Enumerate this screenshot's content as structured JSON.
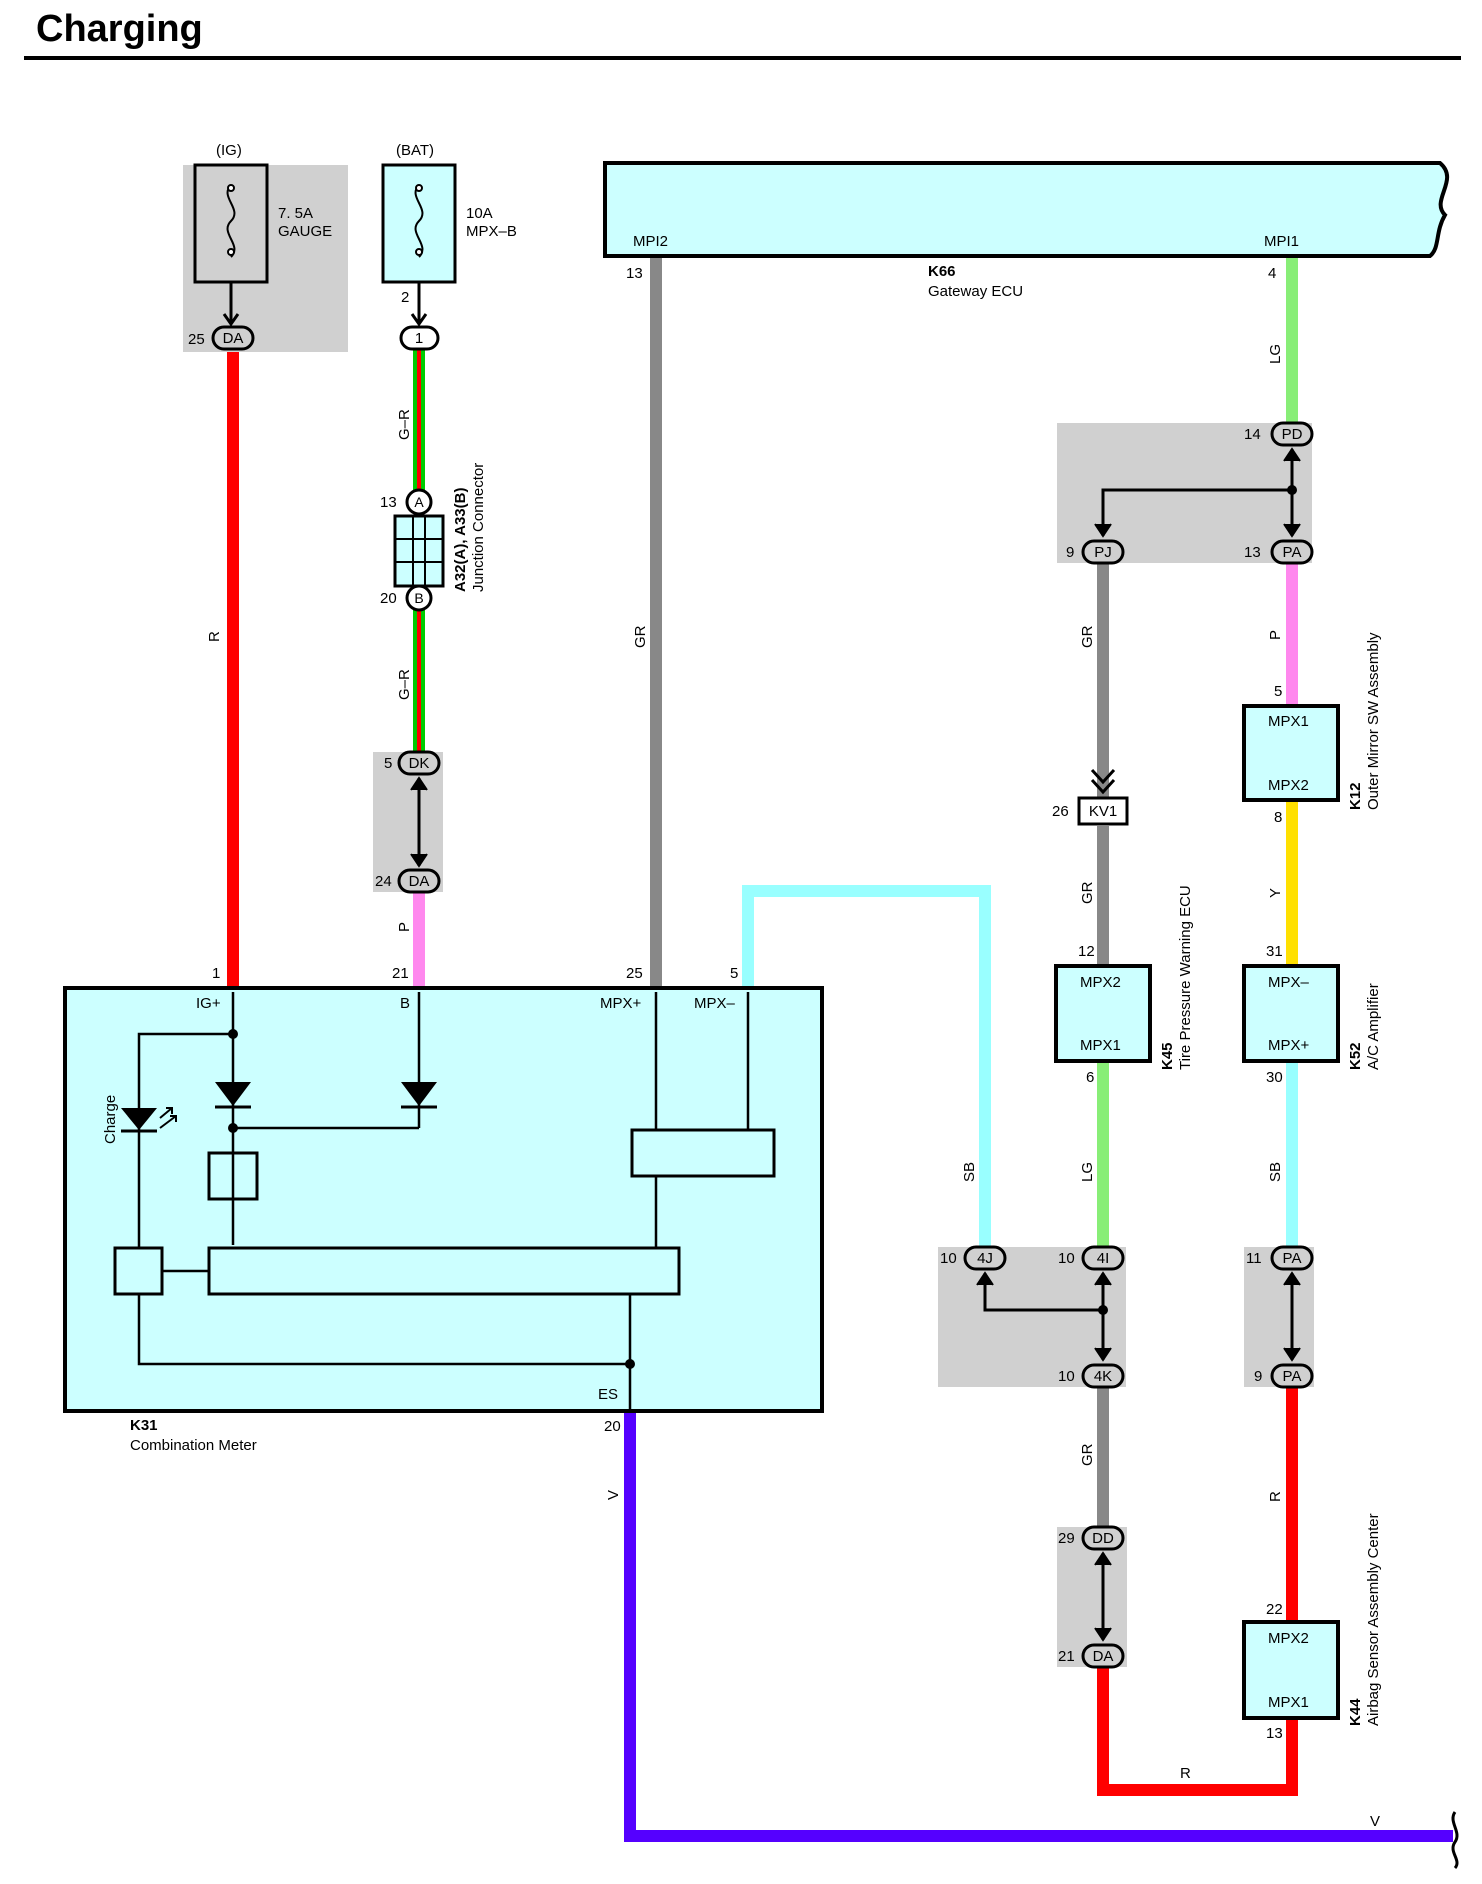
{
  "title": "Charging",
  "colors": {
    "module_fill": "#ccffff",
    "splice_fill": "#d0d0d0",
    "wire_R": "#ff0000",
    "wire_GR": "#888888",
    "wire_LG": "#88ee77",
    "wire_P": "#ff88ee",
    "wire_Y": "#ffe000",
    "wire_SB": "#99ffff",
    "wire_V": "#5500ff",
    "wire_G": "#00cc00"
  },
  "fuses": {
    "ig": {
      "source": "(IG)",
      "rating": "7. 5A",
      "name": "GAUGE",
      "pin": "25",
      "connector": "DA"
    },
    "bat": {
      "source": "(BAT)",
      "rating": "10A",
      "name": "MPX–B",
      "pin_top": "2",
      "pin": "1"
    }
  },
  "junction": {
    "code": "A32(A), A33(B)",
    "name": "Junction Connector",
    "pin_a": "13",
    "conn_a": "A",
    "pin_b": "20",
    "conn_b": "B"
  },
  "wire_labels": {
    "r_left": "R",
    "gr_top": "G–R",
    "gr_bottom": "G–R",
    "p_left": "P",
    "gr_mid": "GR",
    "lg_top": "LG",
    "gr_right": "GR",
    "p_right": "P",
    "gr_kv1": "GR",
    "y": "Y",
    "sb_left": "SB",
    "lg_k45": "LG",
    "sb_right": "SB",
    "gr_lower": "GR",
    "r_right": "R",
    "v_left": "V",
    "r_bottom": "R",
    "v_bottom": "V"
  },
  "connectors": {
    "dk": {
      "pin": "5",
      "name": "DK"
    },
    "da_mid": {
      "pin": "24",
      "name": "DA"
    },
    "pd": {
      "pin": "14",
      "name": "PD"
    },
    "pj": {
      "pin": "9",
      "name": "PJ"
    },
    "pa_top": {
      "pin": "13",
      "name": "PA"
    },
    "kv1": {
      "pin": "26",
      "name": "KV1"
    },
    "c4j": {
      "pin": "10",
      "name": "4J"
    },
    "c4i": {
      "pin": "10",
      "name": "4I"
    },
    "c4k": {
      "pin": "10",
      "name": "4K"
    },
    "pa_mid": {
      "pin": "11",
      "name": "PA"
    },
    "pa_low": {
      "pin": "9",
      "name": "PA"
    },
    "dd": {
      "pin": "29",
      "name": "DD"
    },
    "da_low": {
      "pin": "21",
      "name": "DA"
    }
  },
  "gateway": {
    "code": "K66",
    "name": "Gateway ECU",
    "mpi2": "MPI2",
    "mpi1": "MPI1",
    "pin_mpi2": "13",
    "pin_mpi1": "4"
  },
  "meter": {
    "code": "K31",
    "name": "Combination Meter",
    "ig_label": "IG+",
    "b_label": "B",
    "mpxp_label": "MPX+",
    "mpxm_label": "MPX–",
    "es_label": "ES",
    "charge_label": "Charge",
    "pin_ig": "1",
    "pin_b": "21",
    "pin_mpxp": "25",
    "pin_mpxm": "5",
    "pin_es": "20"
  },
  "k12": {
    "code": "K12",
    "name": "Outer Mirror SW Assembly",
    "top": "MPX1",
    "bottom": "MPX2",
    "pin_top": "5",
    "pin_bottom": "8"
  },
  "k45": {
    "code": "K45",
    "name": "Tire Pressure Warning ECU",
    "top": "MPX2",
    "bottom": "MPX1",
    "pin_top": "12",
    "pin_bottom": "6"
  },
  "k52": {
    "code": "K52",
    "name": "A/C Amplifier",
    "top": "MPX–",
    "bottom": "MPX+",
    "pin_top": "31",
    "pin_bottom": "30"
  },
  "k44": {
    "code": "K44",
    "name": "Airbag Sensor Assembly Center",
    "top": "MPX2",
    "bottom": "MPX1",
    "pin_top": "22",
    "pin_bottom": "13"
  }
}
